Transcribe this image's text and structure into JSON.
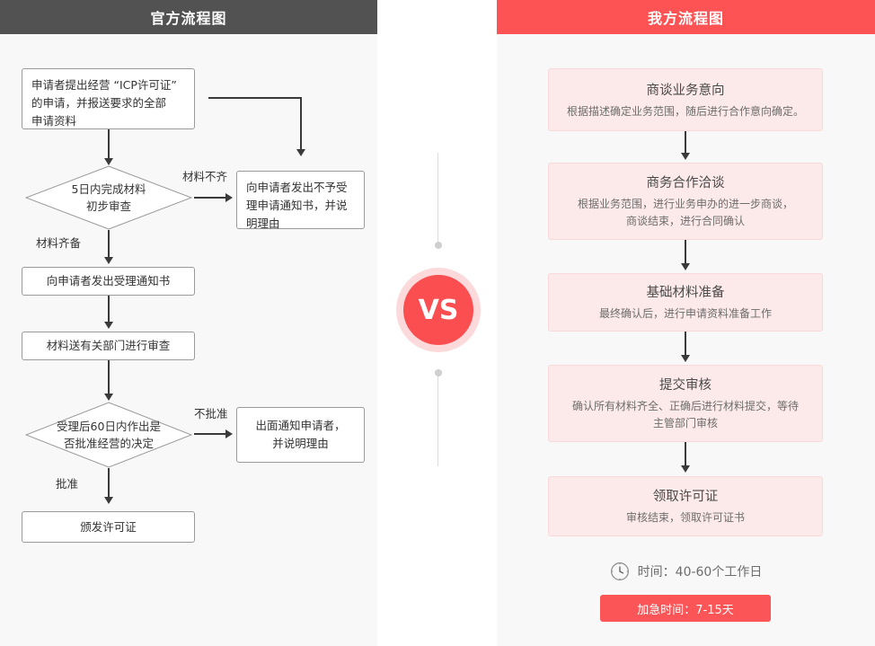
{
  "left_panel": {
    "title": "官方流程图",
    "header_color": "#525252",
    "nodes": [
      {
        "id": "apply",
        "type": "box",
        "text": "申请者提出经营 “ICP许可证”\n的申请，并报送要求的全部\n申请资料"
      },
      {
        "id": "review5",
        "type": "diamond",
        "text": "5日内完成材料\n初步审查"
      },
      {
        "id": "reject_recv",
        "type": "box",
        "text": "向申请者发出不予受\n理申请通知书，并说\n明理由"
      },
      {
        "id": "accept_note",
        "type": "box",
        "text": "向申请者发出受理通知书"
      },
      {
        "id": "send_dept",
        "type": "box",
        "text": "材料送有关部门进行审查"
      },
      {
        "id": "decide60",
        "type": "diamond",
        "text": "受理后60日内作出是\n否批准经营的决定"
      },
      {
        "id": "notify_no",
        "type": "box",
        "text": "出面通知申请者，\n并说明理由"
      },
      {
        "id": "issue",
        "type": "box",
        "text": "颁发许可证"
      }
    ],
    "edge_labels": {
      "material_incomplete": "材料不齐",
      "material_complete": "材料齐备",
      "not_approved": "不批准",
      "approved": "批准"
    }
  },
  "center": {
    "vs_label": "VS"
  },
  "right_panel": {
    "title": "我方流程图",
    "header_color": "#fe5355",
    "steps": [
      {
        "title": "商谈业务意向",
        "desc": "根据描述确定业务范围，随后进行合作意向确定。"
      },
      {
        "title": "商务合作洽谈",
        "desc": "根据业务范围，进行业务申办的进一步商谈，\n商谈结束，进行合同确认"
      },
      {
        "title": "基础材料准备",
        "desc": "最终确认后，进行申请资料准备工作"
      },
      {
        "title": "提交审核",
        "desc": "确认所有材料齐全、正确后进行材料提交，等待\n主管部门审核"
      },
      {
        "title": "领取许可证",
        "desc": "审核结束，领取许可证书"
      }
    ],
    "footer": {
      "time_label": "时间：40-60个工作日",
      "urgent_label": "加急时间：7-15天",
      "urgent_color": "#fb5557"
    }
  }
}
